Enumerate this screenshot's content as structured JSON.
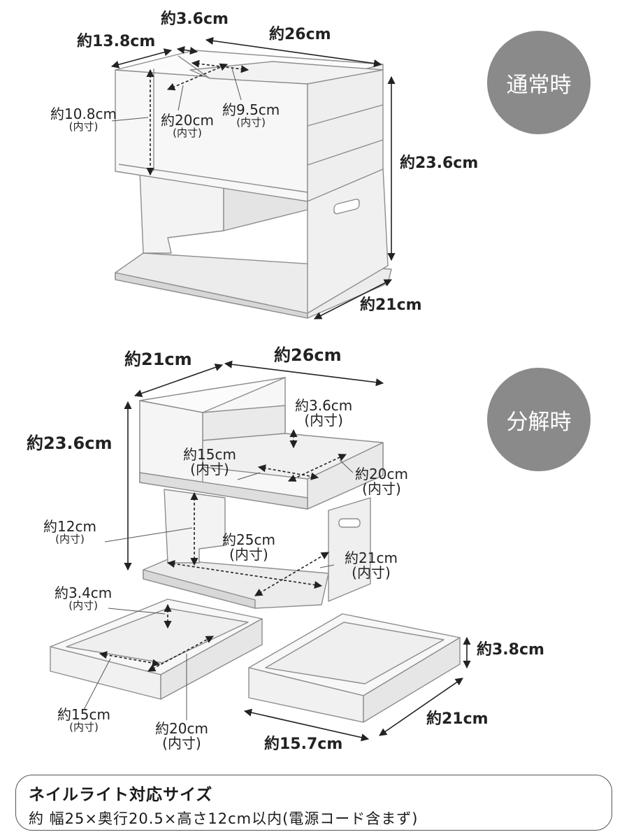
{
  "badges": {
    "normal": "通常時",
    "disassembled": "分解時"
  },
  "top": {
    "depth_outer": "約13.8cm",
    "gap": "約3.6cm",
    "width": "約26cm",
    "inner_h": "約10.8cm",
    "inner_h_note": "(内寸)",
    "inner_w": "約20cm",
    "inner_w_note": "(内寸)",
    "inner_d": "約9.5cm",
    "inner_d_note": "(内寸)",
    "height": "約23.6cm",
    "depth": "約21cm"
  },
  "bottom": {
    "depth": "約21cm",
    "width": "約26cm",
    "height": "約23.6cm",
    "step_h": "約3.6cm",
    "step_h_note": "(内寸)",
    "tray_w": "約15cm",
    "tray_w_note": "(内寸)",
    "tray_d": "約20cm",
    "tray_d_note": "(内寸)",
    "base_h": "約12cm",
    "base_h_note": "(内寸)",
    "base_w": "約25cm",
    "base_w_note": "(内寸)",
    "base_d": "約21cm",
    "base_d_note": "(内寸)",
    "tray_a_h": "約3.4cm",
    "tray_a_h_note": "(内寸)",
    "tray_a_w": "約15cm",
    "tray_a_w_note": "(内寸)",
    "tray_a_d": "約20cm",
    "tray_a_d_note": "(内寸)",
    "tray_b_h": "約3.8cm",
    "tray_b_d": "約21cm",
    "tray_b_w": "約15.7cm"
  },
  "note": {
    "title": "ネイルライト対応サイズ",
    "detail": "約 幅25×奥行20.5×高さ12cm以内(電源コード含まず)"
  }
}
